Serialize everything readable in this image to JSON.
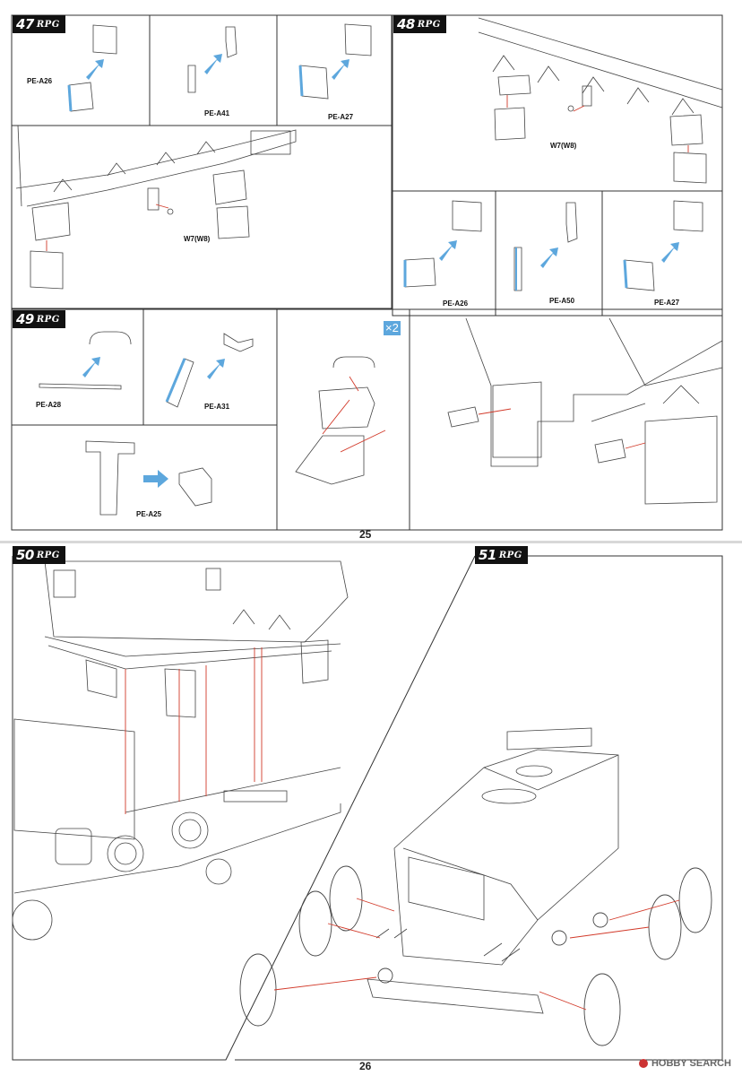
{
  "brand": "RPG",
  "steps": [
    {
      "id": "47",
      "label": "47"
    },
    {
      "id": "48",
      "label": "48"
    },
    {
      "id": "49",
      "label": "49"
    },
    {
      "id": "50",
      "label": "50"
    },
    {
      "id": "51",
      "label": "51"
    }
  ],
  "parts": {
    "pe_a26_s47": "PE-A26",
    "pe_a41": "PE-A41",
    "pe_a27_s47": "PE-A27",
    "w7_s47": "W7(W8)",
    "w7_s48": "W7(W8)",
    "pe_a26_s48": "PE-A26",
    "pe_a50": "PE-A50",
    "pe_a27_s48": "PE-A27",
    "pe_a28": "PE-A28",
    "pe_a31": "PE-A31",
    "pe_a25": "PE-A25"
  },
  "multiplier": "×2",
  "page_numbers": {
    "top": "25",
    "bottom": "26"
  },
  "watermark": "HOBBY SEARCH",
  "colors": {
    "accent_blue": "#5da7dd",
    "arrow_red": "#d23a2a",
    "line": "#333333"
  }
}
